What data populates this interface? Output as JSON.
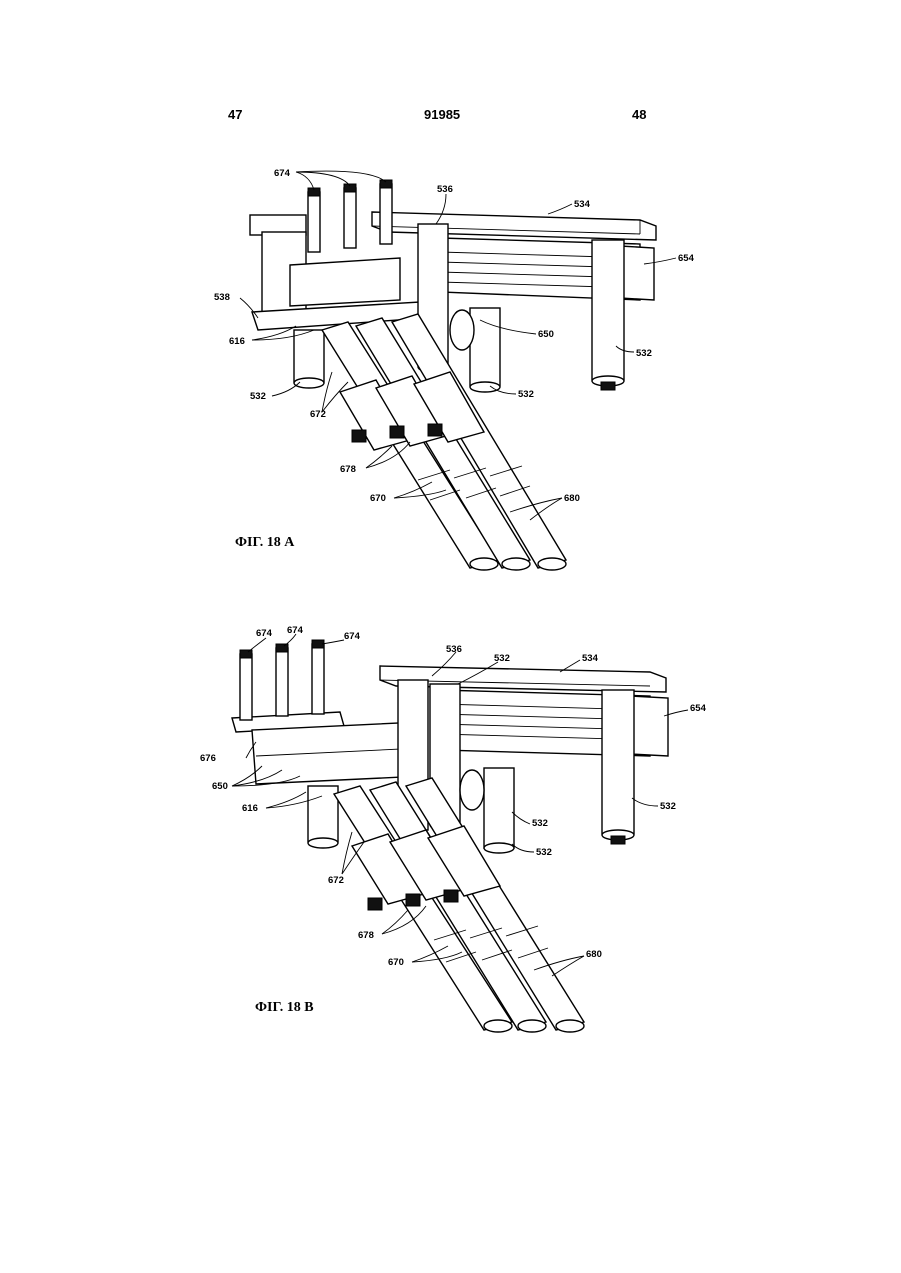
{
  "header": {
    "page_left": "47",
    "patent_number": "91985",
    "page_right": "48"
  },
  "figure_a": {
    "caption": "ФІГ. 18 А",
    "labels": {
      "l674": "674",
      "l536": "536",
      "l534": "534",
      "l654": "654",
      "l538": "538",
      "l616": "616",
      "l650": "650",
      "l532a": "532",
      "l532b": "532",
      "l532c": "532",
      "l672": "672",
      "l678": "678",
      "l670": "670",
      "l680": "680"
    }
  },
  "figure_b": {
    "caption": "ФІГ. 18 В",
    "labels": {
      "l674a": "674",
      "l674b": "674",
      "l674c": "674",
      "l536": "536",
      "l532a": "532",
      "l534": "534",
      "l654": "654",
      "l676": "676",
      "l650": "650",
      "l616": "616",
      "l532b": "532",
      "l532c": "532",
      "l532d": "532",
      "l672": "672",
      "l678": "678",
      "l670": "670",
      "l680": "680"
    }
  }
}
